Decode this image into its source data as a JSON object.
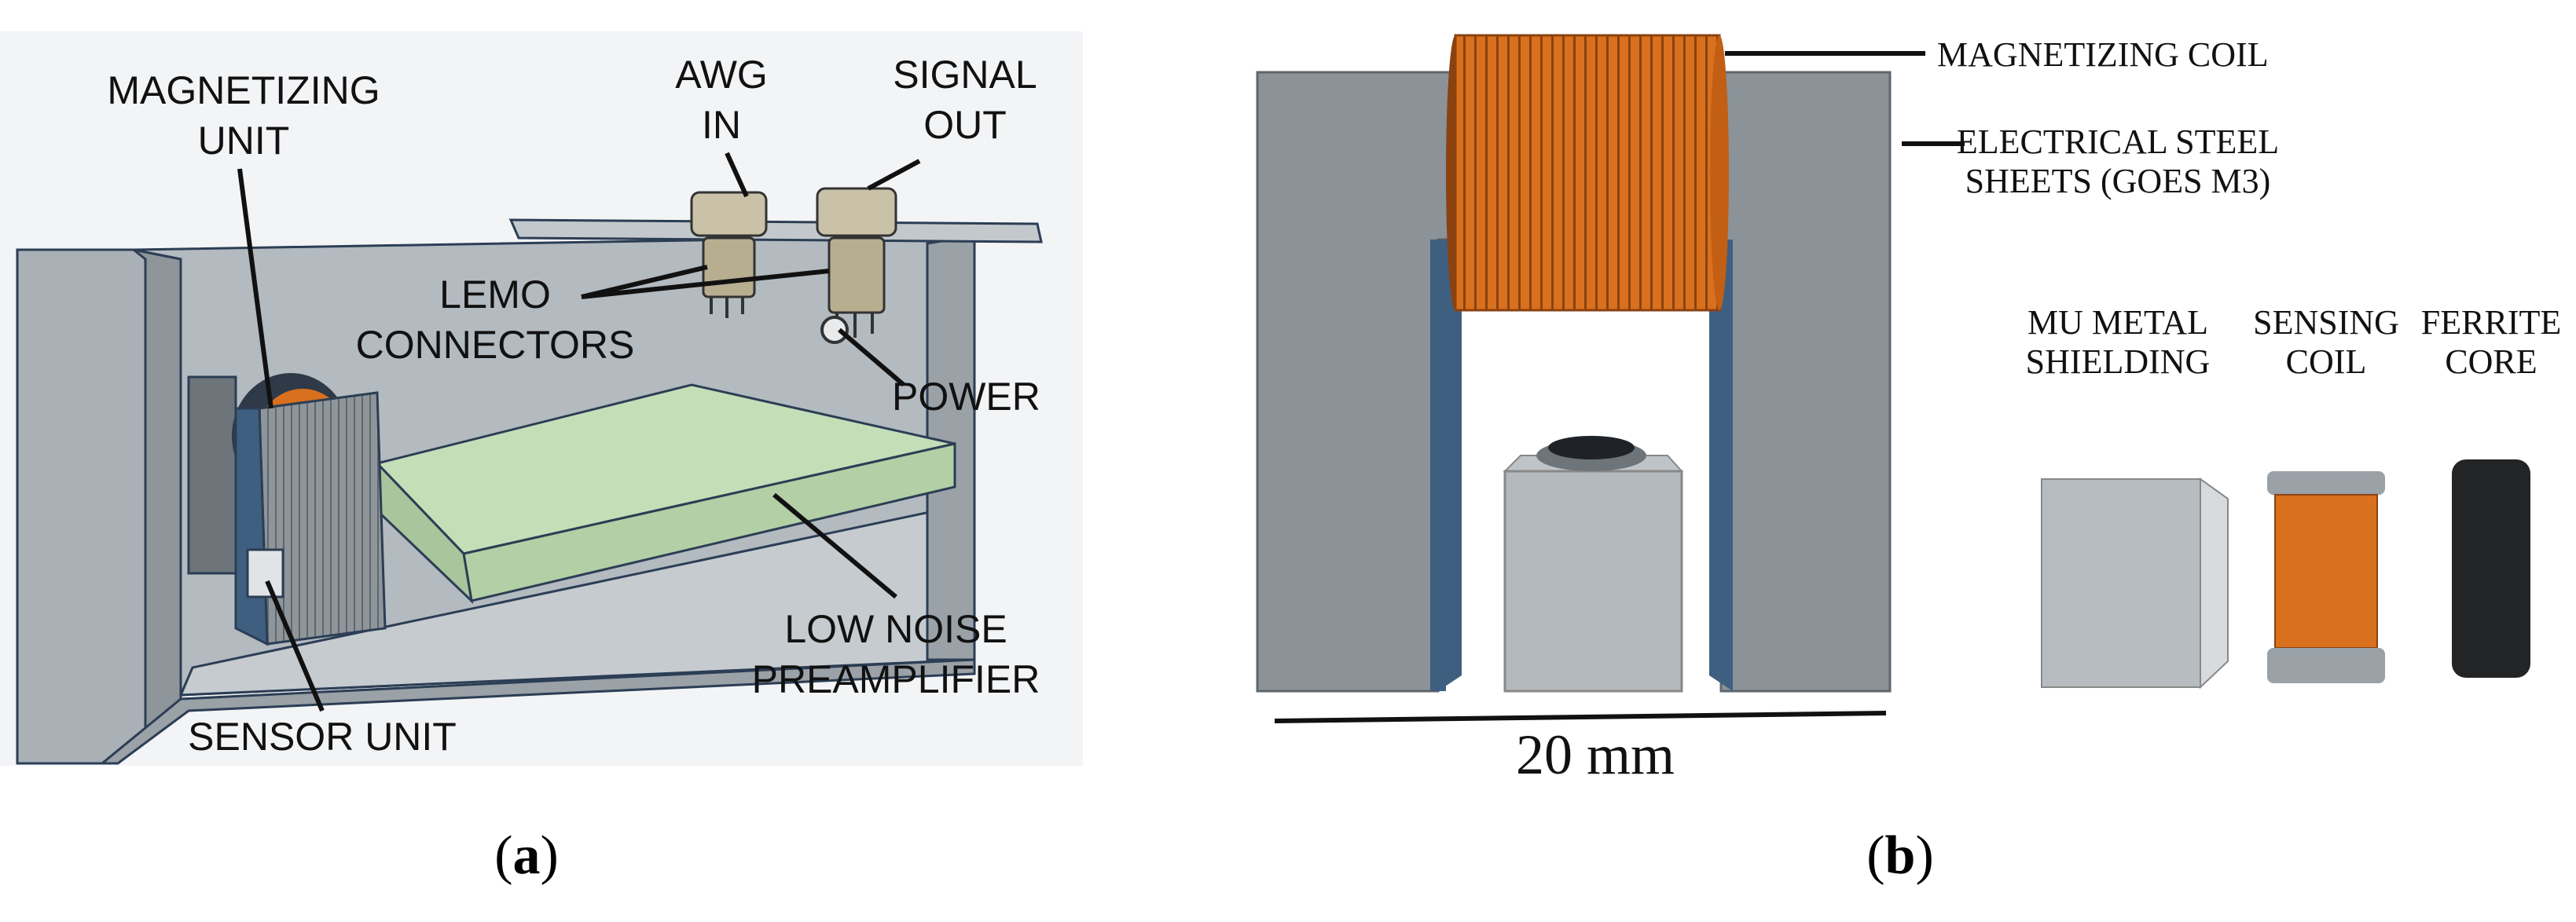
{
  "panel_a": {
    "caption": "(a)",
    "caption_letter": "a",
    "labels": {
      "magnetizing_unit_line1": "MAGNETIZING",
      "magnetizing_unit_line2": "UNIT",
      "awg_in_line1": "AWG",
      "awg_in_line2": "IN",
      "signal_out_line1": "SIGNAL",
      "signal_out_line2": "OUT",
      "lemo_line1": "LEMO",
      "lemo_line2": "CONNECTORS",
      "power": "POWER",
      "preamp_line1": "LOW NOISE",
      "preamp_line2": "PREAMPLIFIER",
      "sensor_unit": "SENSOR UNIT"
    }
  },
  "panel_b": {
    "caption": "(b)",
    "caption_letter": "b",
    "labels": {
      "magnetizing_coil": "MAGNETIZING COIL",
      "steel_line1": "ELECTRICAL STEEL",
      "steel_line2": "SHEETS (GOES M3)",
      "mu_line1": "MU METAL",
      "mu_line2": "SHIELDING",
      "sensing_line1": "SENSING",
      "sensing_line2": "COIL",
      "ferrite_line1": "FERRITE",
      "ferrite_line2": "CORE",
      "scale": "20 mm"
    }
  },
  "colors": {
    "enclosure_gray": "#a9b0b6",
    "enclosure_dark": "#8e959b",
    "board_green": "#c4dfb8",
    "coil_orange": "#d9701e",
    "steel_blue": "#3f5f80",
    "ferrite_black": "#222426",
    "panel_bg": "#f3f4f6"
  }
}
